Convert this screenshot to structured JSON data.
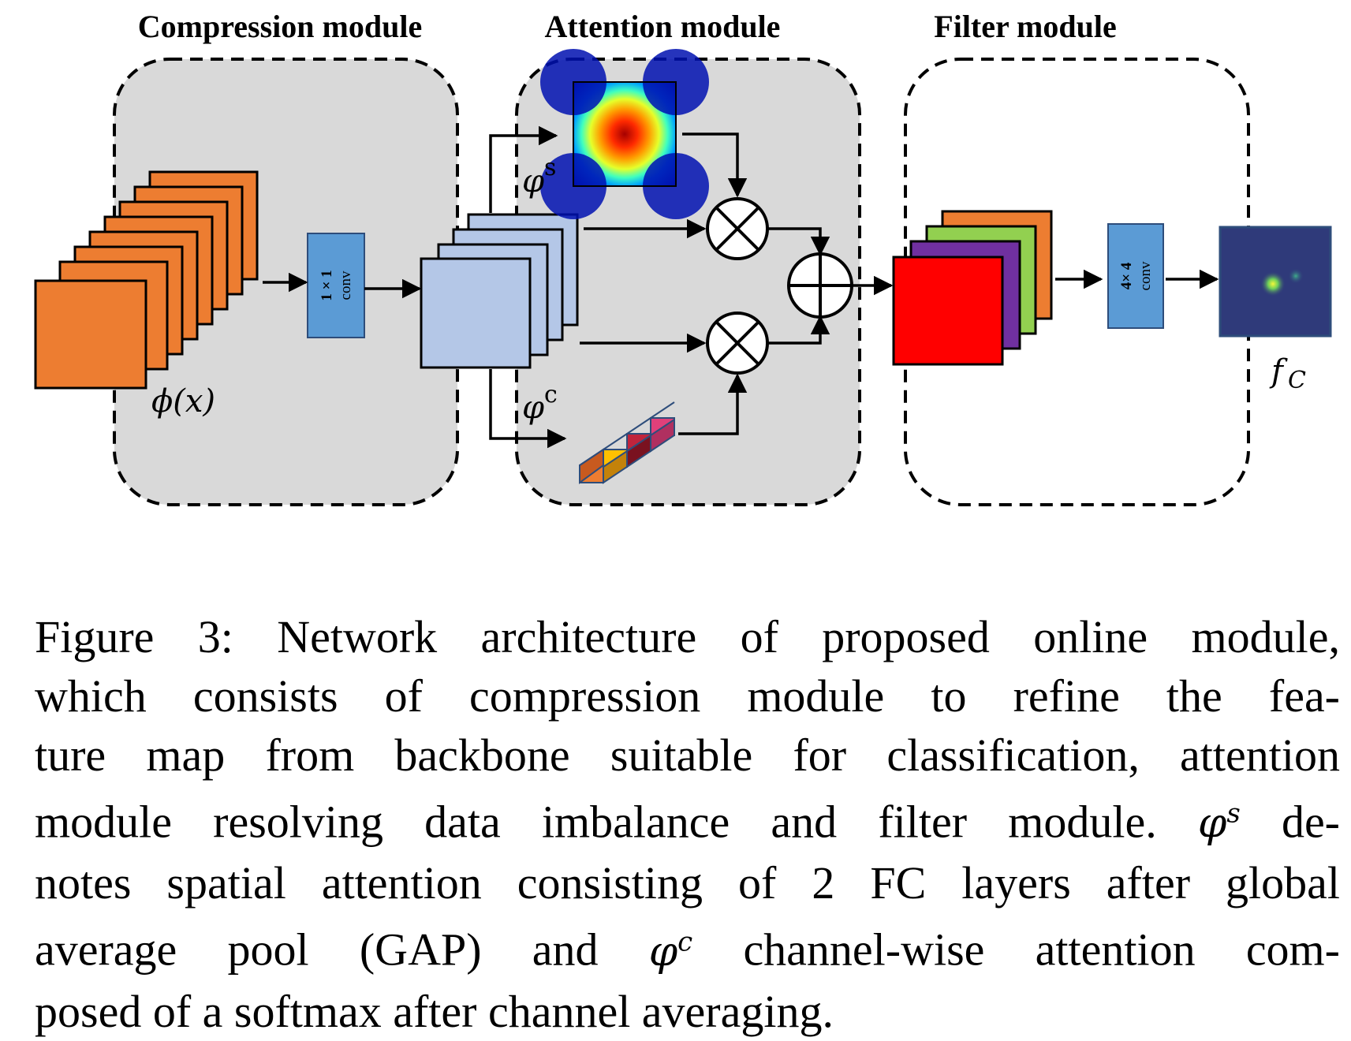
{
  "modules": {
    "compression": {
      "title": "Compression module",
      "conv_label": [
        "1 × 1",
        "conv"
      ],
      "input_label": "ϕ(x)"
    },
    "attention": {
      "title": "Attention module",
      "spatial_label": "φ",
      "spatial_sup": "s",
      "channel_label": "φ",
      "channel_sup": "c"
    },
    "filter": {
      "title": "Filter module",
      "conv_label": [
        "4× 4",
        "conv"
      ],
      "output_label": "f",
      "output_sub": "C"
    }
  },
  "caption": {
    "lines": [
      "Figure 3: Network architecture of proposed online module,",
      "which consists of compression module to refine the fea-",
      "ture map from backbone suitable for classification, attention",
      "module resolving data imbalance and filter module.",
      "notes spatial attention consisting of 2 FC layers after global",
      "average pool (GAP) and",
      "posed of a softmax after channel averaging."
    ],
    "line4_math": "φ",
    "line4_sup": "s",
    "line4_tail": "de-",
    "line6_math": "φ",
    "line6_sup": "c",
    "line6_tail": "channel-wise attention com-"
  },
  "colors": {
    "module_fill": "#d9d9d9",
    "orange": "#ed7d31",
    "light_blue": "#b4c7e7",
    "conv_blue": "#5b9bd5",
    "red": "#ff0000",
    "purple": "#7030a0",
    "green": "#92d050"
  }
}
